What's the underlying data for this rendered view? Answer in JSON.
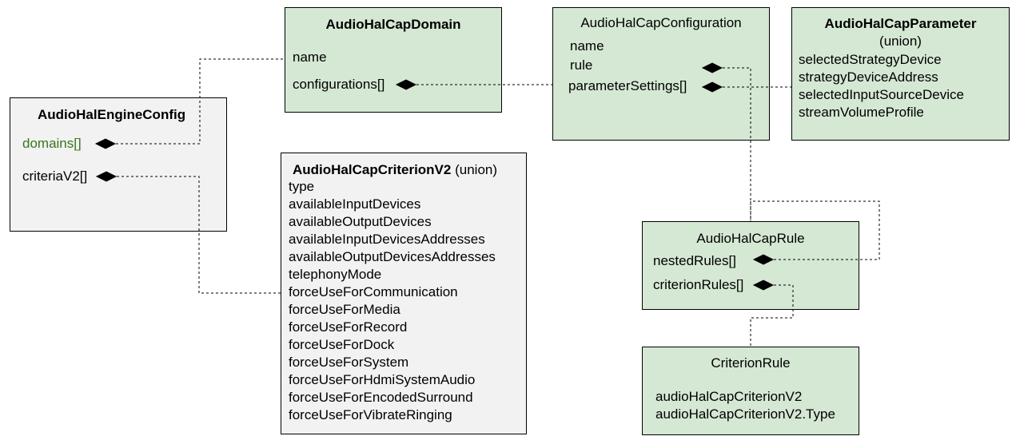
{
  "engine_config": {
    "title": "AudioHalEngineConfig",
    "fields": [
      "domains[]",
      "criteriaV2[]"
    ],
    "highlight_color": "#38761d"
  },
  "cap_domain": {
    "title": "AudioHalCapDomain",
    "fields": [
      "name",
      "configurations[]"
    ]
  },
  "cap_configuration": {
    "title": "AudioHalCapConfiguration",
    "fields": [
      "name",
      "rule",
      "parameterSettings[]"
    ]
  },
  "cap_parameter": {
    "title": "AudioHalCapParameter",
    "subtitle": "(union)",
    "fields": [
      "selectedStrategyDevice",
      "strategyDeviceAddress",
      "selectedInputSourceDevice",
      "streamVolumeProfile"
    ]
  },
  "cap_criterion": {
    "title": "AudioHalCapCriterionV2",
    "subtitle": "(union)",
    "fields": [
      "type",
      "availableInputDevices",
      "availableOutputDevices",
      "availableInputDevicesAddresses",
      "availableOutputDevicesAddresses",
      "telephonyMode",
      "forceUseForCommunication",
      "forceUseForMedia",
      "forceUseForRecord",
      "forceUseForDock",
      "forceUseForSystem",
      "forceUseForHdmiSystemAudio",
      "forceUseForEncodedSurround",
      "forceUseForVibrateRinging"
    ]
  },
  "cap_rule": {
    "title": "AudioHalCapRule",
    "fields": [
      "nestedRules[]",
      "criterionRules[]"
    ]
  },
  "criterion_rule": {
    "title": "CriterionRule",
    "fields": [
      "audioHalCapCriterionV2",
      "audioHalCapCriterionV2.Type"
    ]
  },
  "colors": {
    "green_fill": "#d5e8d4",
    "gray_fill": "#f2f2f2",
    "stroke": "#000000"
  }
}
